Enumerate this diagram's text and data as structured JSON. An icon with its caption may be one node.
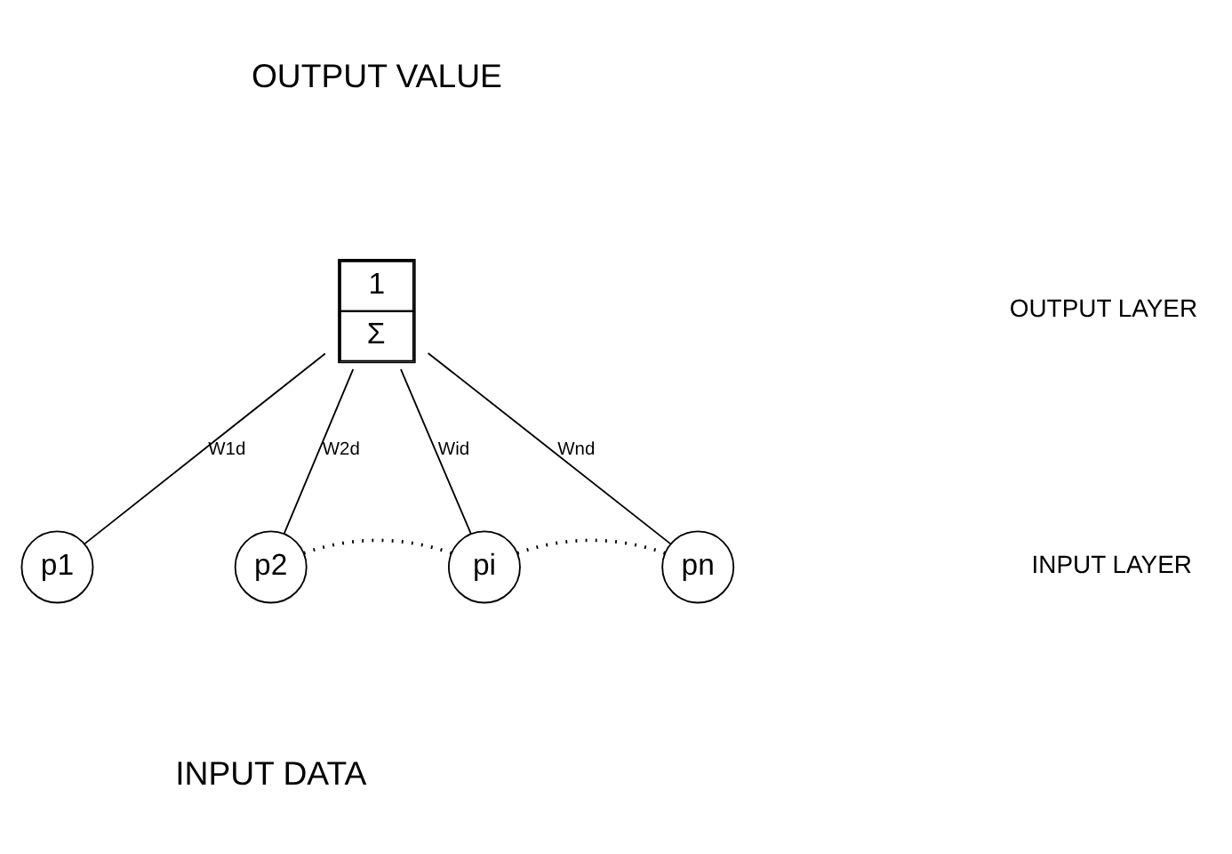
{
  "diagram": {
    "nodes": [
      {
        "text": [
          "1",
          "Σ"
        ]
      },
      {
        "text": [
          "p1"
        ]
      },
      {
        "text": [
          "p2"
        ]
      },
      {
        "text": [
          "pi"
        ]
      },
      {
        "text": [
          "pn"
        ]
      }
    ],
    "edges": [
      {
        "from": 1,
        "to": 0,
        "arrow": "none",
        "label": "W1d"
      },
      {
        "from": 2,
        "to": 0,
        "arrow": "none",
        "label": "W2d"
      },
      {
        "from": 3,
        "to": 0,
        "arrow": "none",
        "label": "Wid"
      },
      {
        "from": 4,
        "to": 0,
        "arrow": "none",
        "label": "Wnd"
      },
      {
        "from": 2,
        "to": 3,
        "arrow": "none",
        "style": "dashed"
      },
      {
        "from": 3,
        "to": 4,
        "arrow": "none",
        "style": "dashed"
      }
    ],
    "labels": [
      "OUTPUT VALUE",
      "OUTPUT LAYER",
      "INPUT LAYER",
      "INPUT DATA"
    ]
  }
}
